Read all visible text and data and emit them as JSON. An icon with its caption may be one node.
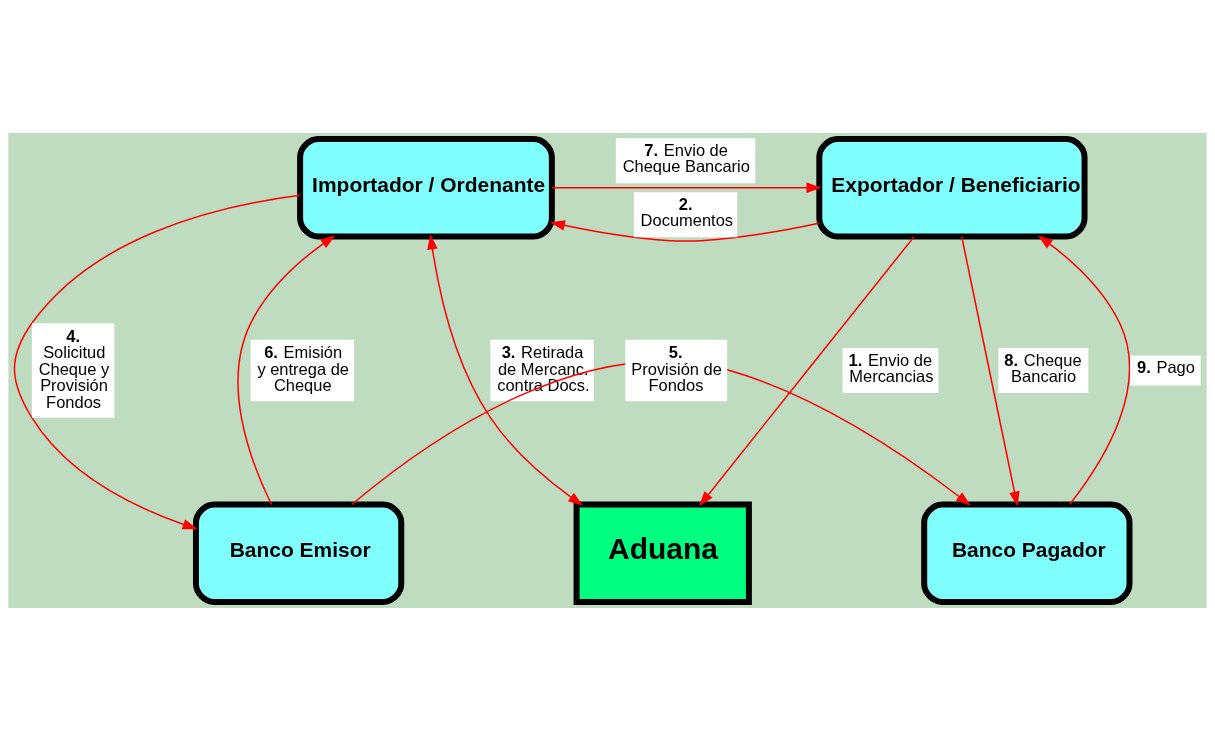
{
  "diagram": {
    "nodes": [
      {
        "text": [
          "Importador / Ordenante"
        ]
      },
      {
        "text": [
          "Aduana"
        ]
      },
      {
        "text": [
          "Exportador / Beneficiario"
        ]
      },
      {
        "text": [
          "Banco Emisor"
        ]
      },
      {
        "text": [
          "Banco Pagador"
        ]
      }
    ],
    "edges": [
      {
        "from": 2,
        "to": 0,
        "arrow": "to",
        "label": "**2.** Documentos"
      },
      {
        "from": 0,
        "to": 2,
        "arrow": "to",
        "label": "**7.** Envio de Cheque Bancario"
      },
      {
        "from": 0,
        "to": 1,
        "arrow": "both",
        "label": "**3.** Retirada de Mercanc. contra Docs."
      },
      {
        "from": 2,
        "to": 1,
        "arrow": "to",
        "label": "**1.** Envio de Mercancias"
      },
      {
        "from": 0,
        "to": 3,
        "arrow": "to",
        "label": "**4.** Solicitud Cheque y Provisión Fondos"
      },
      {
        "from": 3,
        "to": 0,
        "arrow": "to",
        "label": "**6.** Emisión y entrega de Cheque"
      },
      {
        "from": 3,
        "to": 4,
        "arrow": "to",
        "label": "**5.** Provisión de Fondos"
      },
      {
        "from": 2,
        "to": 4,
        "arrow": "to",
        "label": "**8.** Cheque Bancario"
      },
      {
        "from": 4,
        "to": 2,
        "arrow": "to",
        "label": "**9.** Pago"
      }
    ]
  }
}
